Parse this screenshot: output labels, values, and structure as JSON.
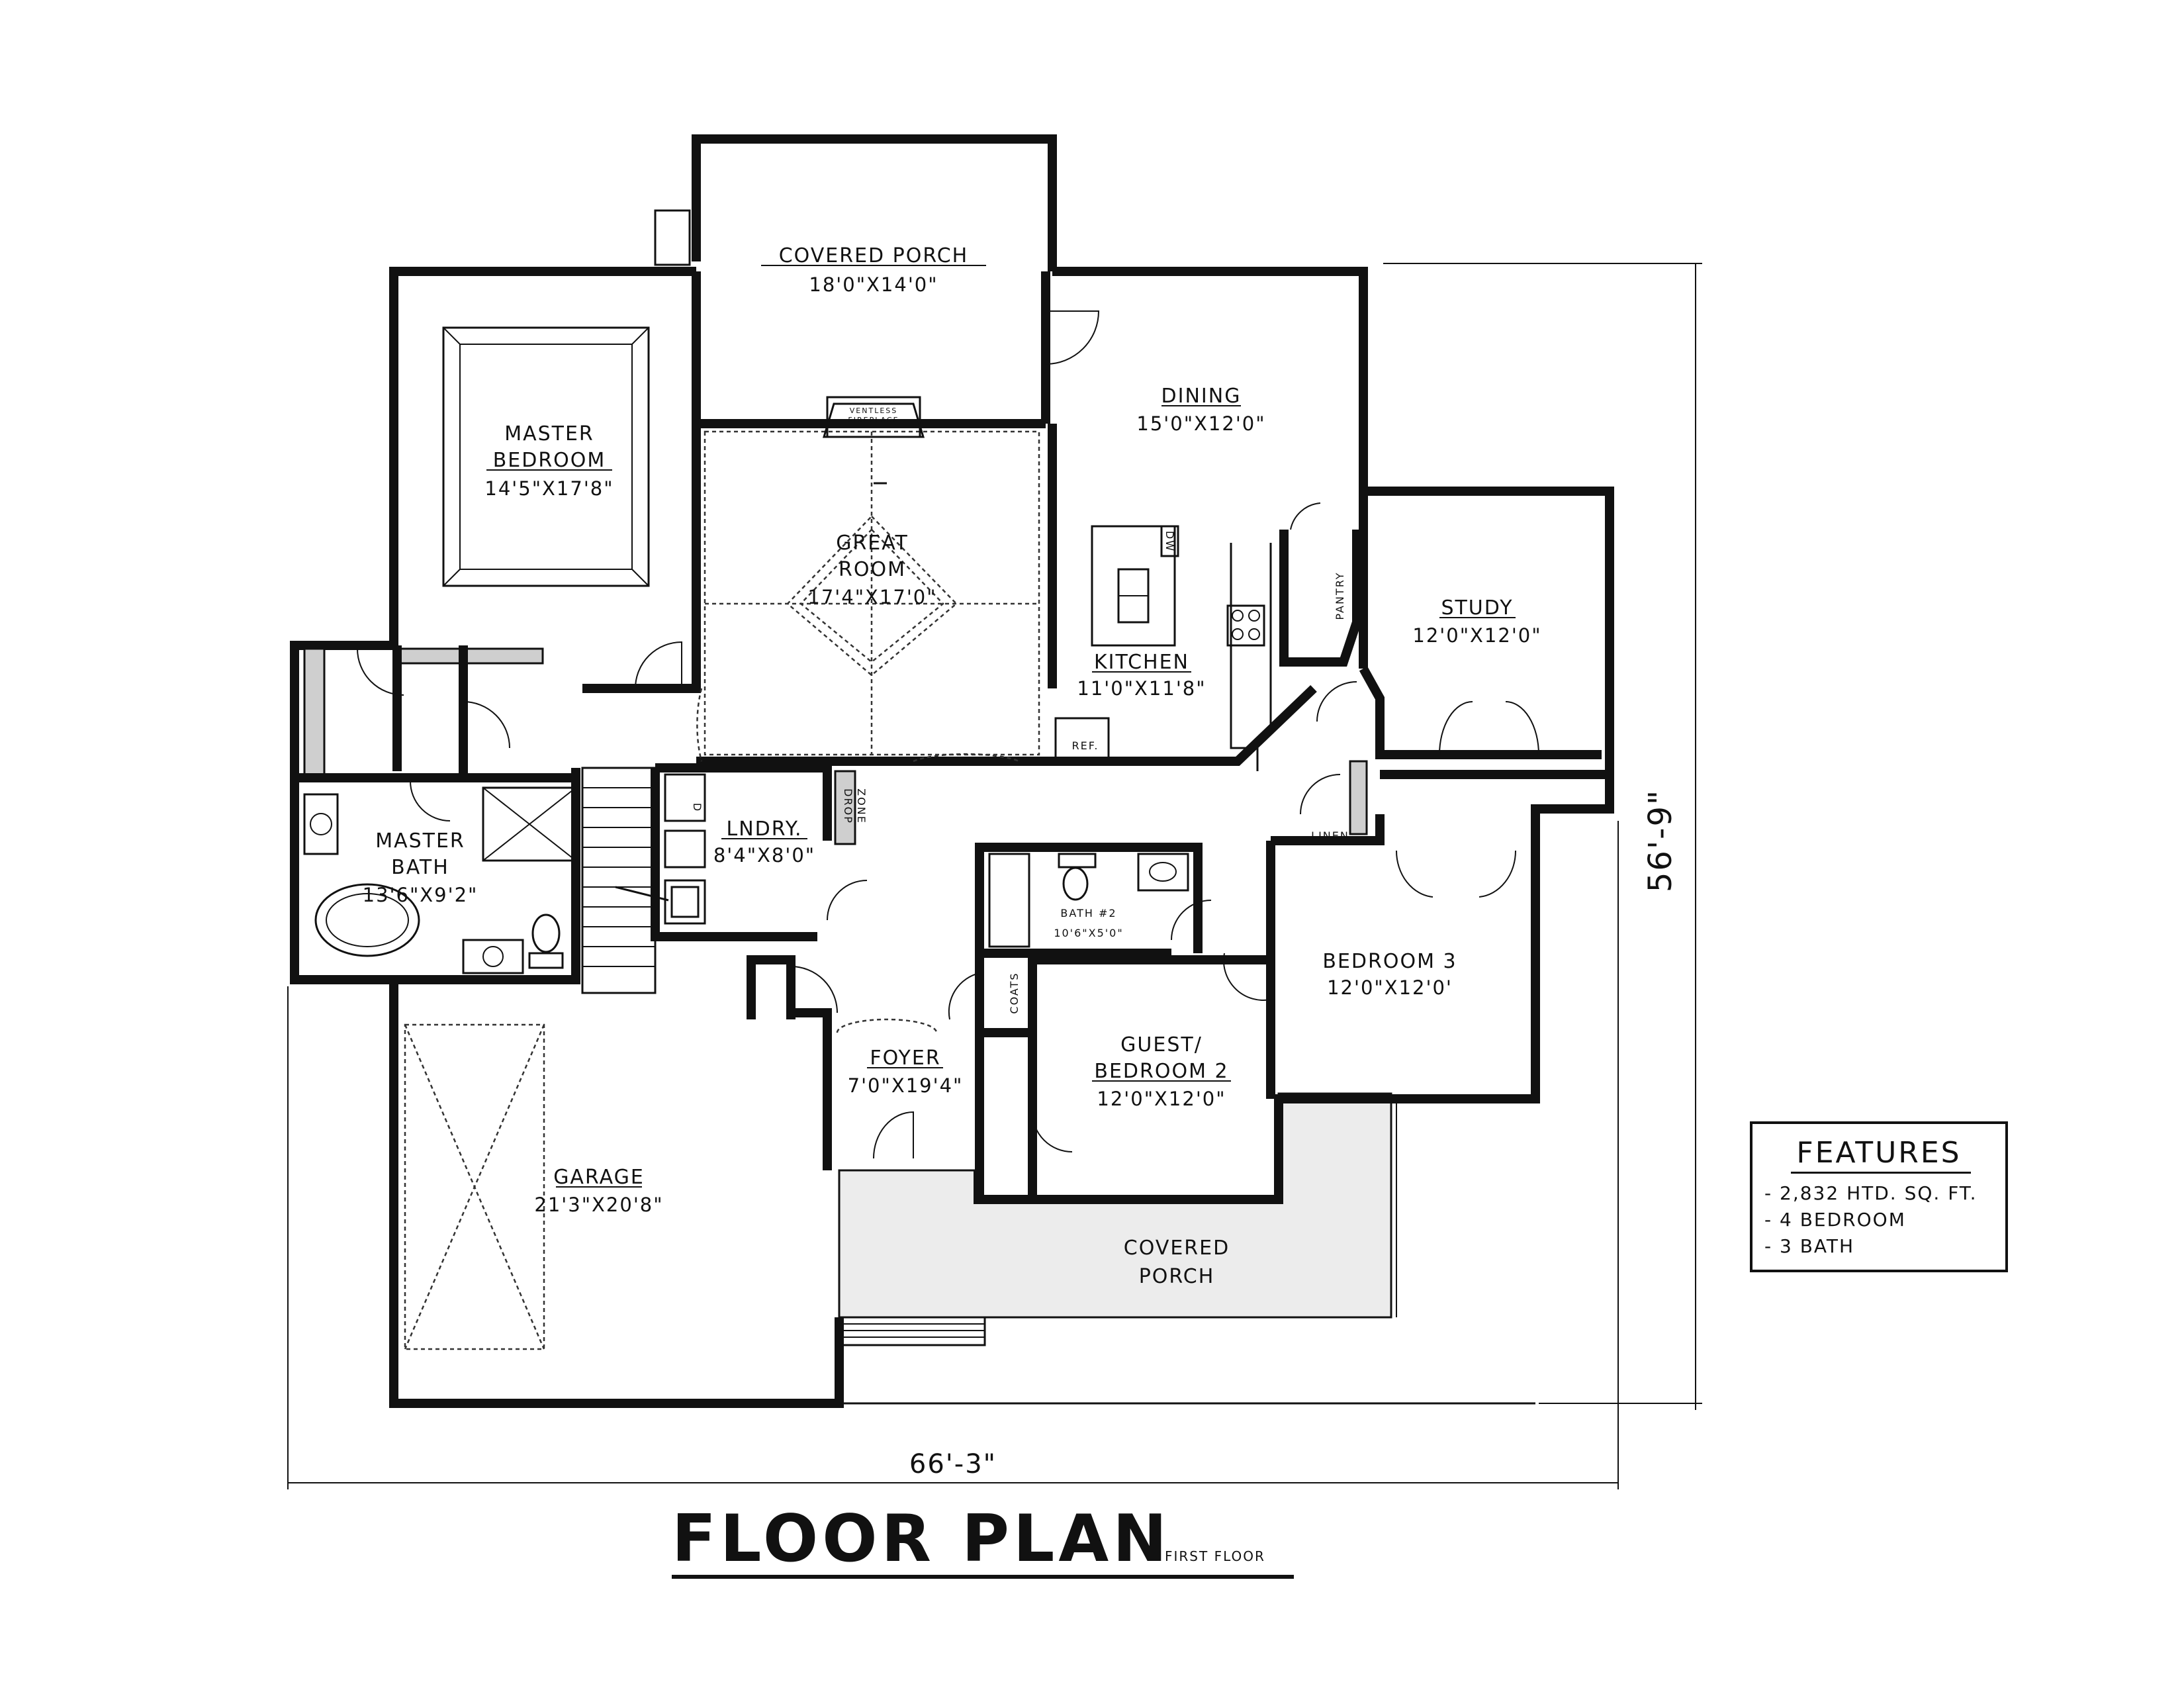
{
  "title": {
    "main": "FLOOR PLAN",
    "sub": "FIRST FLOOR"
  },
  "dimensions": {
    "width": "66'-3\"",
    "depth": "56'-9\""
  },
  "rooms": {
    "covered_porch_rear": {
      "name": "COVERED PORCH",
      "size": "18'0\"X14'0\""
    },
    "dining": {
      "name": "DINING",
      "size": "15'0\"X12'0\""
    },
    "master_bedroom": {
      "name_1": "MASTER",
      "name_2": "BEDROOM",
      "size": "14'5\"X17'8\""
    },
    "great_room": {
      "name_1": "GREAT",
      "name_2": "ROOM",
      "size": "17'4\"X17'0\""
    },
    "kitchen": {
      "name": "KITCHEN",
      "size": "11'0\"X11'8\""
    },
    "study": {
      "name": "STUDY",
      "size": "12'0\"X12'0\""
    },
    "laundry": {
      "name": "LNDRY.",
      "size": "8'4\"X8'0\""
    },
    "master_bath": {
      "name_1": "MASTER",
      "name_2": "BATH",
      "size": "13'6\"X9'2\""
    },
    "bath_2": {
      "name": "BATH #2",
      "size": "10'6\"X5'0\""
    },
    "bedroom_3": {
      "name": "BEDROOM 3",
      "size": "12'0\"X12'0'"
    },
    "guest_bedroom_2": {
      "name_1": "GUEST/",
      "name_2": "BEDROOM 2",
      "size": "12'0\"X12'0\""
    },
    "foyer": {
      "name": "FOYER",
      "size": "7'0\"X19'4\""
    },
    "garage": {
      "name": "GARAGE",
      "size": "21'3\"X20'8\""
    },
    "covered_porch_front": {
      "name_1": "COVERED",
      "name_2": "PORCH"
    }
  },
  "small_labels": {
    "fireplace_1": "VENTLESS",
    "fireplace_2": "FIREPLACE",
    "pantry": "PANTRY",
    "linen": "LINEN",
    "coats": "COATS",
    "drop_zone_1": "DROP",
    "drop_zone_2": "ZONE",
    "ref": "REF.",
    "dw": "DW",
    "dryer": "D"
  },
  "features": {
    "title": "FEATURES",
    "items": [
      "- 2,832 HTD. SQ. FT.",
      "- 4 BEDROOM",
      "- 3 BATH"
    ]
  }
}
